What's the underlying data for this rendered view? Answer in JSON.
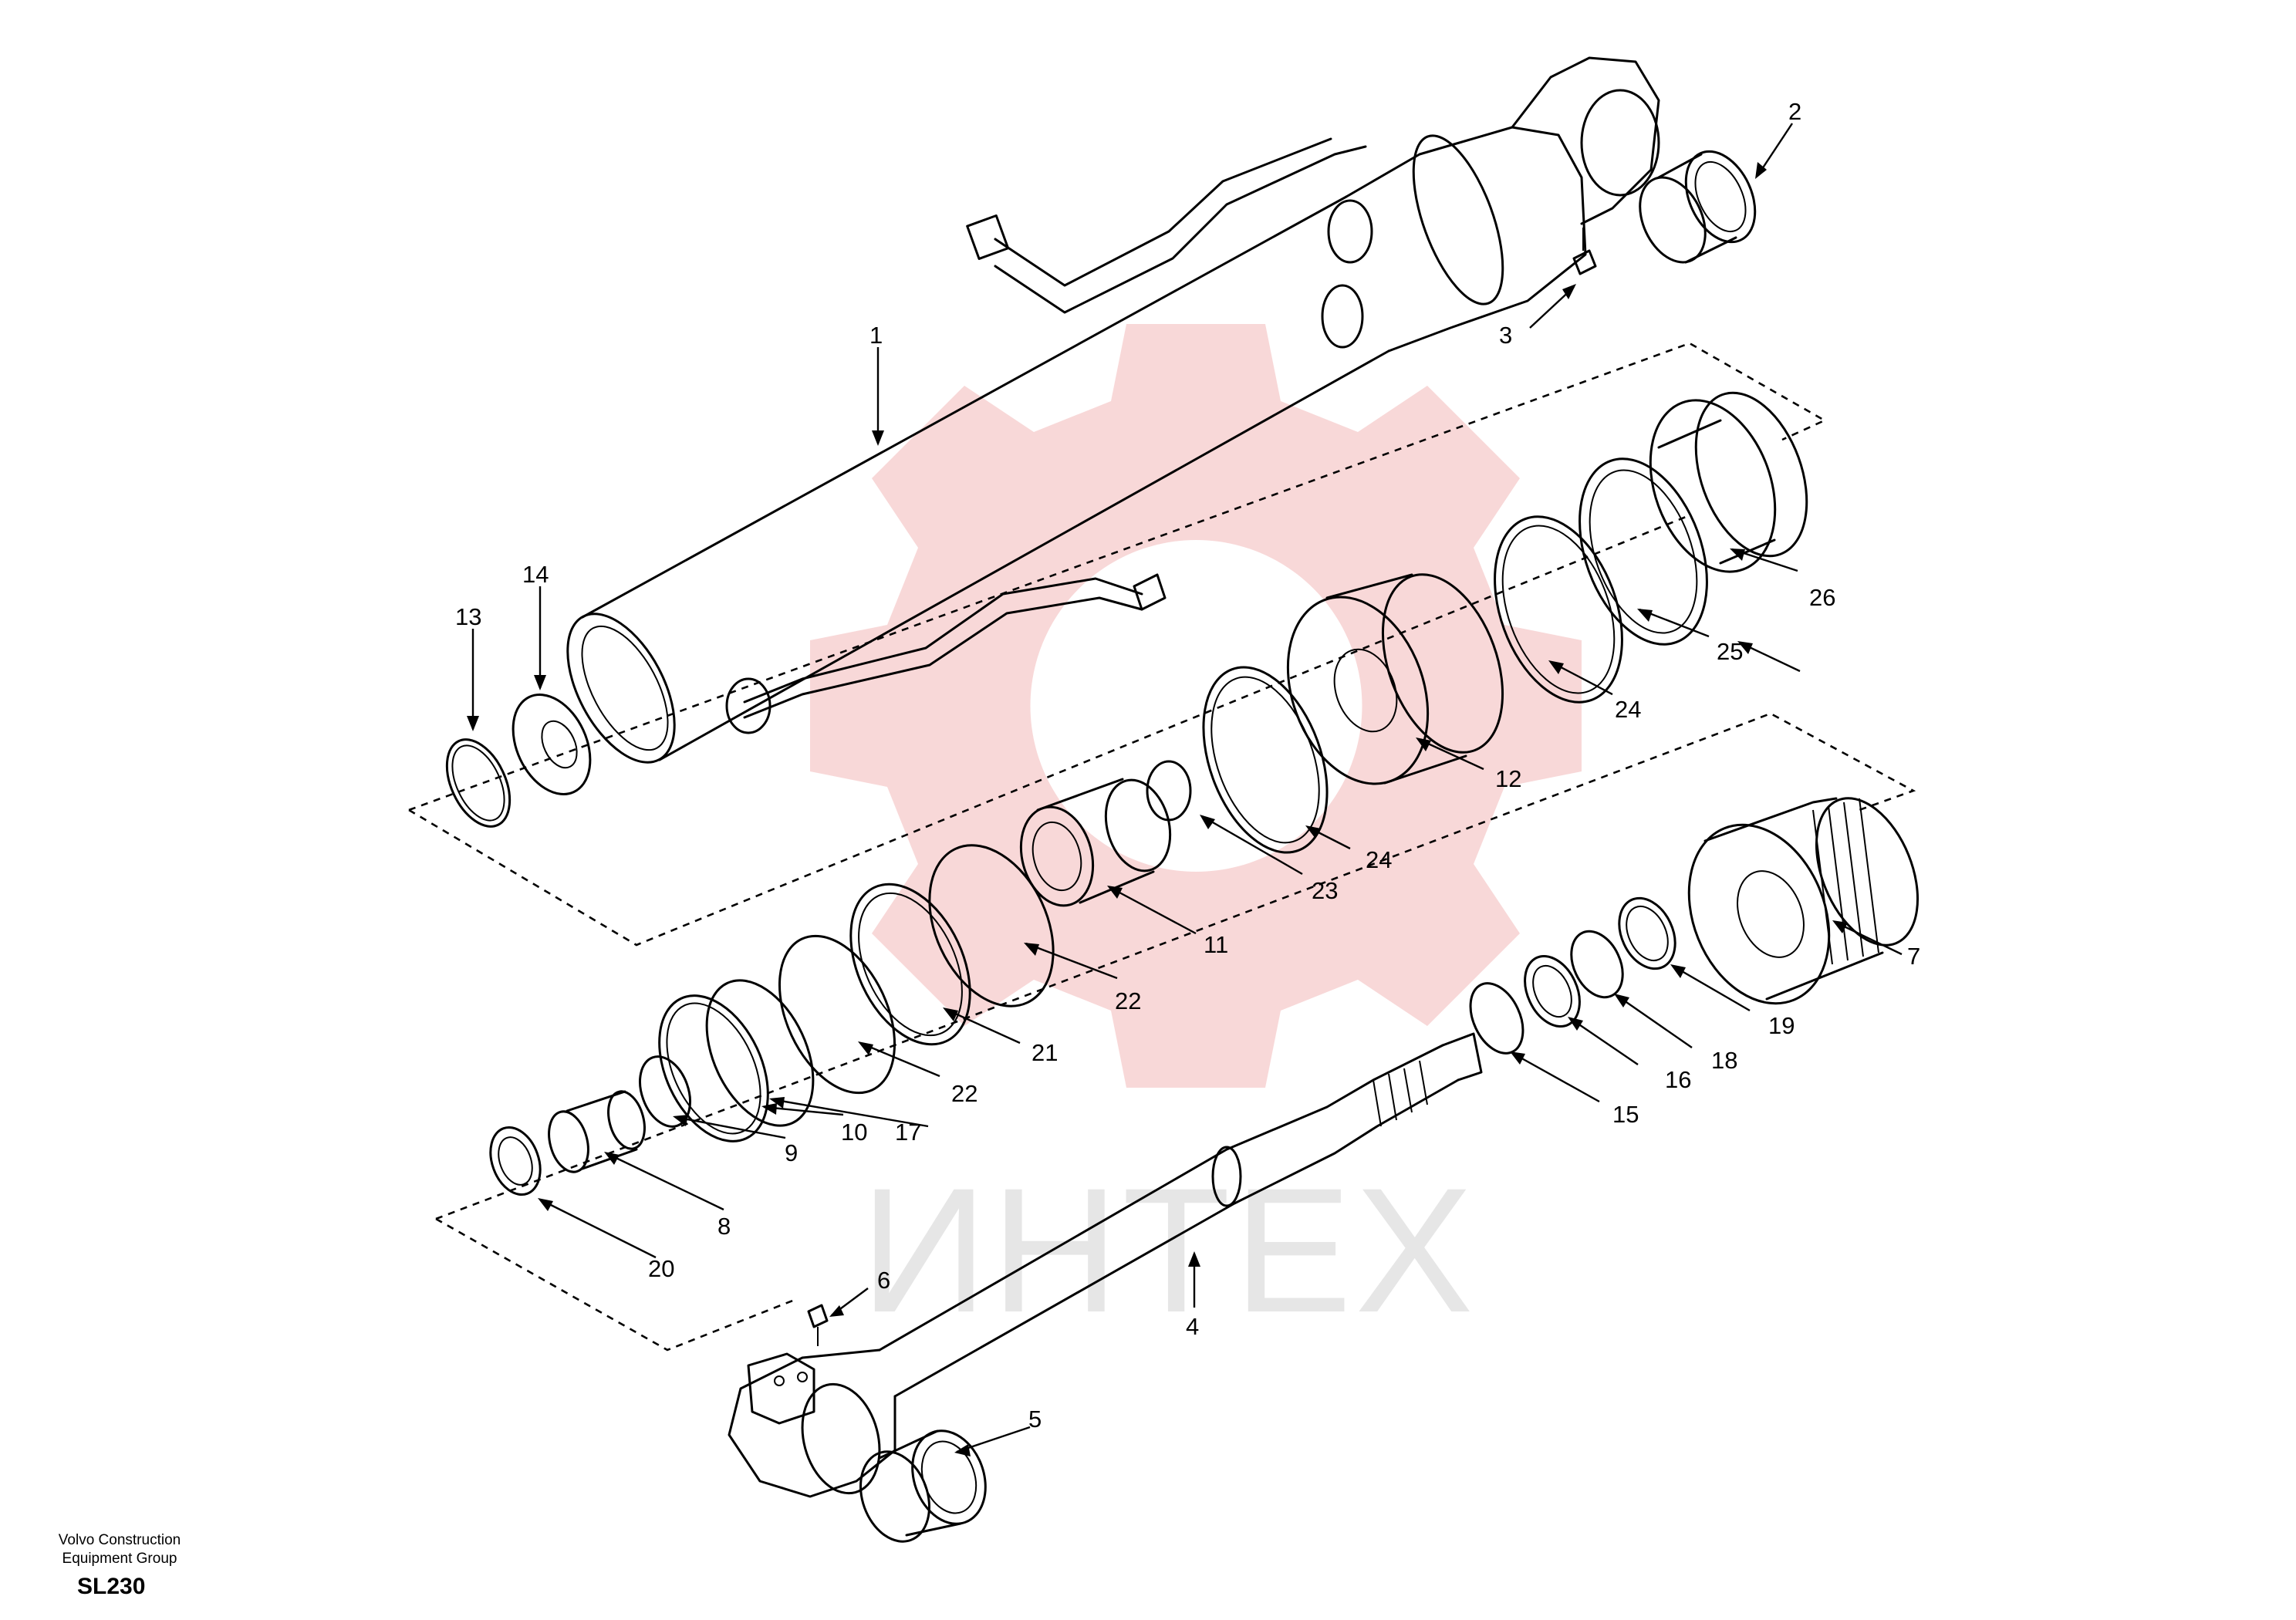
{
  "watermark": {
    "text": "ИНТЕХ",
    "color": "#f2b8b8"
  },
  "footer": {
    "company_line1": "Volvo Construction",
    "company_line2": "Equipment Group",
    "model": "SL230"
  },
  "callouts": {
    "c1": "1",
    "c2": "2",
    "c3": "3",
    "c4": "4",
    "c5": "5",
    "c6": "6",
    "c7": "7",
    "c8": "8",
    "c9": "9",
    "c10": "10",
    "c11": "11",
    "c12": "12",
    "c13": "13",
    "c14": "14",
    "c15": "15",
    "c16": "16",
    "c17": "17",
    "c18": "18",
    "c19": "19",
    "c20": "20",
    "c21": "21",
    "c22a": "22",
    "c22b": "22",
    "c23": "23",
    "c24a": "24",
    "c24b": "24",
    "c25": "25",
    "c26": "26"
  }
}
